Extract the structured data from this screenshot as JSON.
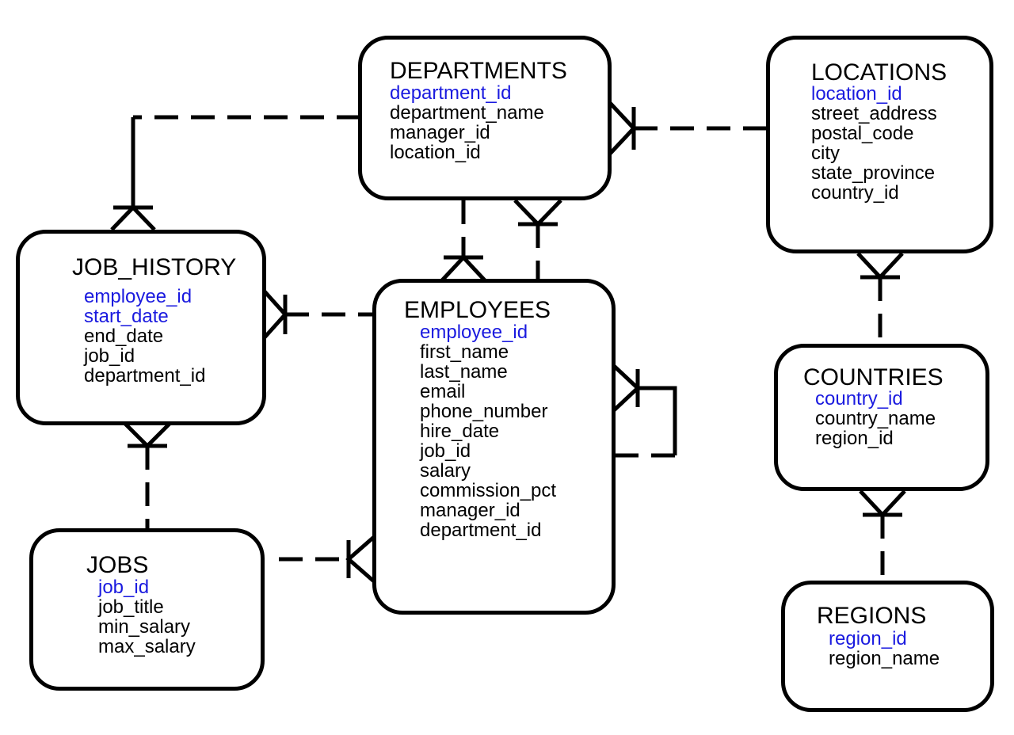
{
  "entities": {
    "departments": {
      "name": "DEPARTMENTS",
      "fields": [
        {
          "label": "department_id",
          "key": true
        },
        {
          "label": "department_name",
          "key": false
        },
        {
          "label": "manager_id",
          "key": false
        },
        {
          "label": "location_id",
          "key": false
        }
      ]
    },
    "locations": {
      "name": "LOCATIONS",
      "fields": [
        {
          "label": "location_id",
          "key": true
        },
        {
          "label": "street_address",
          "key": false
        },
        {
          "label": "postal_code",
          "key": false
        },
        {
          "label": "city",
          "key": false
        },
        {
          "label": "state_province",
          "key": false
        },
        {
          "label": "country_id",
          "key": false
        }
      ]
    },
    "job_history": {
      "name": "JOB_HISTORY",
      "fields": [
        {
          "label": "employee_id",
          "key": true
        },
        {
          "label": "start_date",
          "key": true
        },
        {
          "label": "end_date",
          "key": false
        },
        {
          "label": "job_id",
          "key": false
        },
        {
          "label": "department_id",
          "key": false
        }
      ]
    },
    "employees": {
      "name": "EMPLOYEES",
      "fields": [
        {
          "label": "employee_id",
          "key": true
        },
        {
          "label": "first_name",
          "key": false
        },
        {
          "label": "last_name",
          "key": false
        },
        {
          "label": "email",
          "key": false
        },
        {
          "label": "phone_number",
          "key": false
        },
        {
          "label": "hire_date",
          "key": false
        },
        {
          "label": "job_id",
          "key": false
        },
        {
          "label": "salary",
          "key": false
        },
        {
          "label": "commission_pct",
          "key": false
        },
        {
          "label": "manager_id",
          "key": false
        },
        {
          "label": "department_id",
          "key": false
        }
      ]
    },
    "countries": {
      "name": "COUNTRIES",
      "fields": [
        {
          "label": "country_id",
          "key": true
        },
        {
          "label": "country_name",
          "key": false
        },
        {
          "label": "region_id",
          "key": false
        }
      ]
    },
    "jobs": {
      "name": "JOBS",
      "fields": [
        {
          "label": "job_id",
          "key": true
        },
        {
          "label": "job_title",
          "key": false
        },
        {
          "label": "min_salary",
          "key": false
        },
        {
          "label": "max_salary",
          "key": false
        }
      ]
    },
    "regions": {
      "name": "REGIONS",
      "fields": [
        {
          "label": "region_id",
          "key": true
        },
        {
          "label": "region_name",
          "key": false
        }
      ]
    }
  },
  "colors": {
    "key_field": "#1a1adf",
    "field": "#000000",
    "line": "#000000"
  }
}
